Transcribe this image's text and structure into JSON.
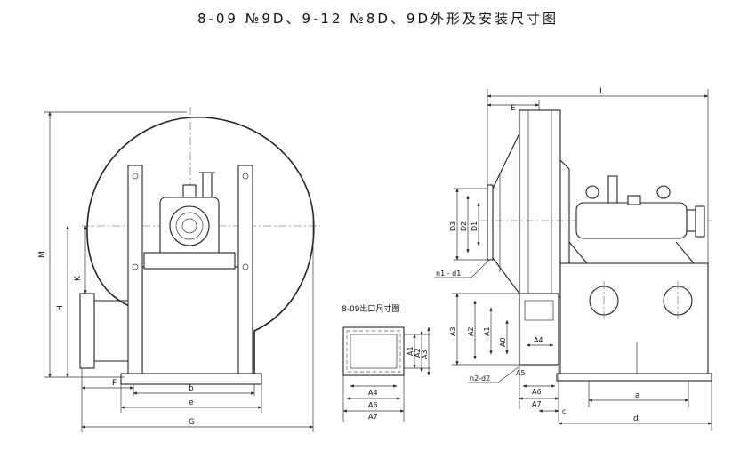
{
  "title": "8-09 №9D、9-12 №8D、9D外形及安装尺寸图",
  "outlet_view_title": "8-09出口尺寸图",
  "dims": {
    "F": "F",
    "b": "b",
    "e": "e",
    "G": "G",
    "M": "M",
    "K": "K",
    "H": "H",
    "E": "E",
    "L": "L",
    "D3": "D3",
    "D2": "D2",
    "D1": "D1",
    "n1d1": "n1 - d1",
    "A3": "A3",
    "A2": "A2",
    "A1": "A1",
    "A0": "A0",
    "A4": "A4",
    "A5": "A5",
    "A6": "A6",
    "A7": "A7",
    "n2d2": "n2-d2",
    "a": "a",
    "c": "c",
    "d": "d"
  }
}
